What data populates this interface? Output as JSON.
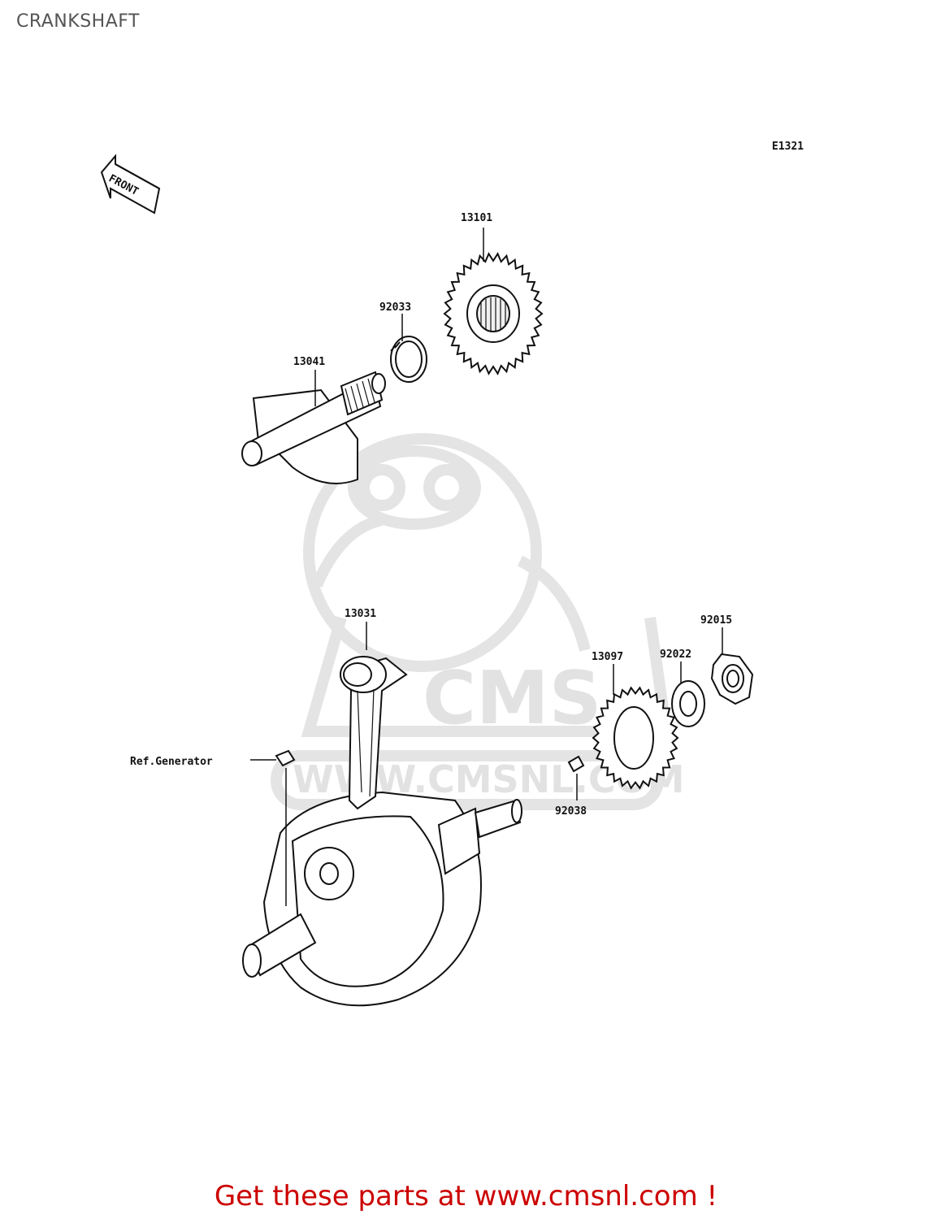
{
  "page": {
    "title": "CRANKSHAFT",
    "diagram_code": "E1321",
    "front_label": "FRONT",
    "footer_link": "Get these parts at www.cmsnl.com !"
  },
  "callouts": {
    "p13101": "13101",
    "p92033": "92033",
    "p13041": "13041",
    "p13031": "13031",
    "p92015": "92015",
    "p92022": "92022",
    "p13097": "13097",
    "ref_generator": "Ref.Generator",
    "p92038": "92038"
  },
  "watermark": {
    "brand": "CMS",
    "url": "WWW.CMSNL.COM"
  },
  "colors": {
    "footer": "#cc0000",
    "line": "#111111",
    "watermark": "#e2e2e2"
  }
}
